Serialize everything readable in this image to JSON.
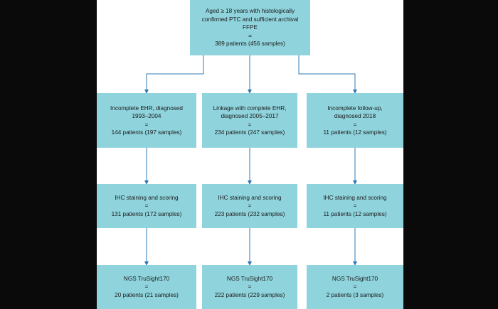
{
  "colors": {
    "box_fill": "#8fd3dc",
    "line": "#2e78b4",
    "background": "#0a0a0a",
    "panel": "#ffffff"
  },
  "top": {
    "line1": "Aged ≥ 18 years with histologically",
    "line2": "confirmed PTC and sufficient archival",
    "line3": "FFPE",
    "eq": "=",
    "count": "389 patients (456 samples)"
  },
  "columns": [
    {
      "cohort": {
        "line1": "Incomplete EHR, diagnosed",
        "line2": "1993–2004",
        "eq": "=",
        "count": "144 patients (197 samples)"
      },
      "ihc": {
        "label": "IHC staining and scoring",
        "eq": "=",
        "count": "131 patients (172 samples)"
      },
      "ngs": {
        "label": "NGS TruSight170",
        "eq": "=",
        "count": "20 patients (21 samples)"
      }
    },
    {
      "cohort": {
        "line1": "Linkage with complete EHR,",
        "line2": "diagnosed 2005–2017",
        "eq": "=",
        "count": "234 patients (247 samples)"
      },
      "ihc": {
        "label": "IHC staining and scoring",
        "eq": "=",
        "count": "223 patients (232 samples)"
      },
      "ngs": {
        "label": "NGS TruSight170",
        "eq": "=",
        "count": "222 patients (229 samples)"
      }
    },
    {
      "cohort": {
        "line1": "Incomplete follow-up,",
        "line2": "diagnosed 2018",
        "eq": "=",
        "count": "11 patients (12 samples)"
      },
      "ihc": {
        "label": "IHC staining and scoring",
        "eq": "=",
        "count": "11 patients (12 samples)"
      },
      "ngs": {
        "label": "NGS TruSight170",
        "eq": "=",
        "count": "2 patients (3 samples)"
      }
    }
  ]
}
